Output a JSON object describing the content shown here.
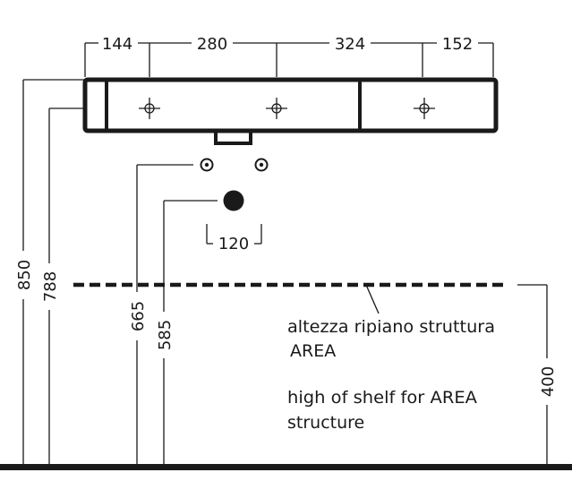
{
  "dimensions": {
    "top": [
      "144",
      "280",
      "324",
      "152"
    ],
    "bottom_spacing": "120",
    "heights": [
      "850",
      "788",
      "665",
      "585"
    ],
    "shelf_height": "400"
  },
  "notes": {
    "italian_line1": "altezza ripiano struttura",
    "italian_line2": "AREA",
    "english_line1": "high of shelf for AREA",
    "english_line2": "structure"
  },
  "colors": {
    "line": "#1a1a1a",
    "background": "#ffffff"
  }
}
